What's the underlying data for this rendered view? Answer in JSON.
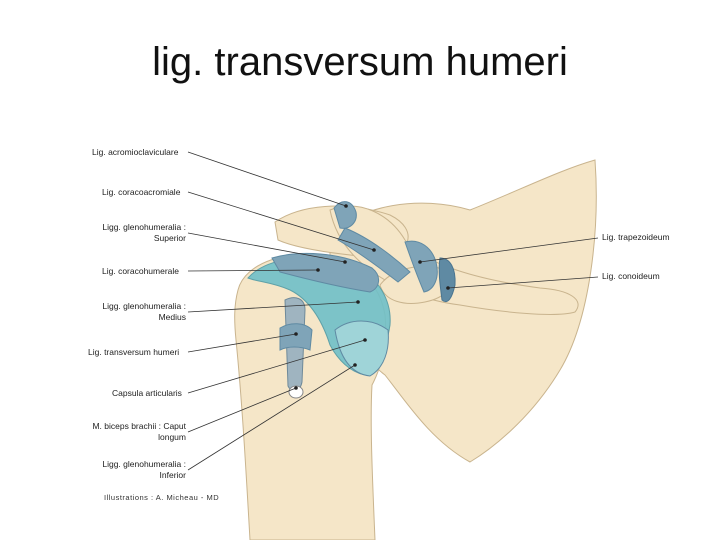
{
  "slide": {
    "title": "lig. transversum humeri"
  },
  "colors": {
    "bone": "#f5e6c8",
    "bone_outline": "#c9b48e",
    "ligament": "#7fa4b8",
    "ligament_dark": "#5f8aa3",
    "capsule_teal": "#6fc0c8",
    "capsule_light": "#9fd4d8",
    "leader": "#333333"
  },
  "labels": {
    "acromioclaviculare": "Lig. acromioclaviculare",
    "coracoacromiale": "Lig. coracoacromiale",
    "gleno_superior_1": "Ligg. glenohumeralia :",
    "gleno_superior_2": "Superior",
    "coracohumerale": "Lig. coracohumerale",
    "gleno_medius_1": "Ligg. glenohumeralia :",
    "gleno_medius_2": "Medius",
    "transversum": "Lig. transversum humeri",
    "capsula": "Capsula articularis",
    "biceps_1": "M. biceps brachii : Caput",
    "biceps_2": "longum",
    "gleno_inferior_1": "Ligg. glenohumeralia :",
    "gleno_inferior_2": "Inferior",
    "trapezoideum": "Lig. trapezoideum",
    "conoideum": "Lig. conoideum"
  },
  "credit": "Illustrations : A. Micheau - MD"
}
